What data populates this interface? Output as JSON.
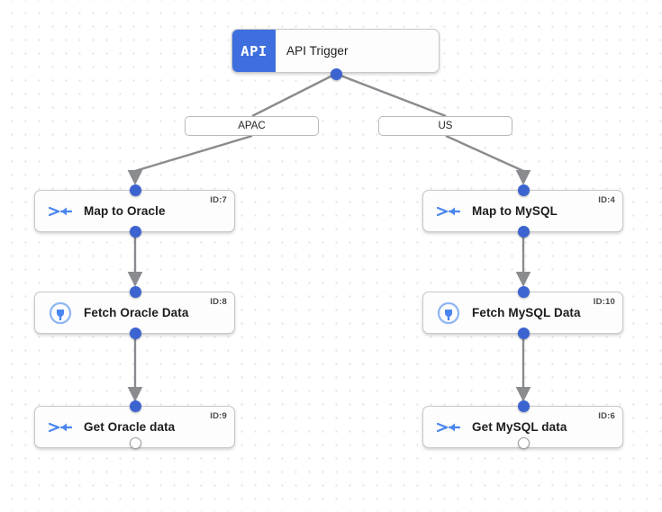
{
  "canvas": {
    "background_color": "#ffffff",
    "dot_color": "#e3e3e4",
    "accent_color": "#3c64d0",
    "trigger_badge_color": "#3f6fdf",
    "edge_color": "#8a8b8f",
    "node_border_color": "#c8c9cb"
  },
  "trigger": {
    "badge_text": "API",
    "title": "API Trigger",
    "icon": "api-badge-icon",
    "output_port": "filled"
  },
  "branches": [
    {
      "label": "APAC"
    },
    {
      "label": "US"
    }
  ],
  "nodes": [
    {
      "title": "Map to Oracle",
      "id_label": "ID:7",
      "icon": "merge-arrows-icon",
      "input_port": "filled",
      "output_port": "filled"
    },
    {
      "title": "Fetch Oracle Data",
      "id_label": "ID:8",
      "icon": "plug-connector-icon",
      "input_port": "filled",
      "output_port": "filled"
    },
    {
      "title": "Get Oracle data",
      "id_label": "ID:9",
      "icon": "merge-arrows-icon",
      "input_port": "filled",
      "output_port": "hollow"
    },
    {
      "title": "Map to MySQL",
      "id_label": "ID:4",
      "icon": "merge-arrows-icon",
      "input_port": "filled",
      "output_port": "filled"
    },
    {
      "title": "Fetch MySQL Data",
      "id_label": "ID:10",
      "icon": "plug-connector-icon",
      "input_port": "filled",
      "output_port": "filled"
    },
    {
      "title": "Get MySQL data",
      "id_label": "ID:6",
      "icon": "merge-arrows-icon",
      "input_port": "filled",
      "output_port": "hollow"
    }
  ]
}
